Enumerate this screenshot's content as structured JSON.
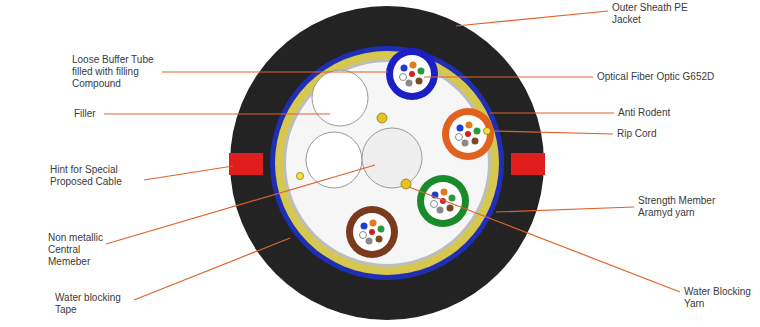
{
  "diagram": {
    "labels": [
      "Outer Sheath PE Jacket",
      "Loose Buffer Tube filled with filling Compound",
      "Optical Fiber Optic G652D",
      "Filler",
      "Anti Rodent",
      "Hint for Special Proposed Cable",
      "Rip Cord",
      "Non metallic Central Memeber",
      "Strength Member Aramyd yarn",
      "Water blocking Tape",
      "Water Blocking Yarn"
    ]
  }
}
